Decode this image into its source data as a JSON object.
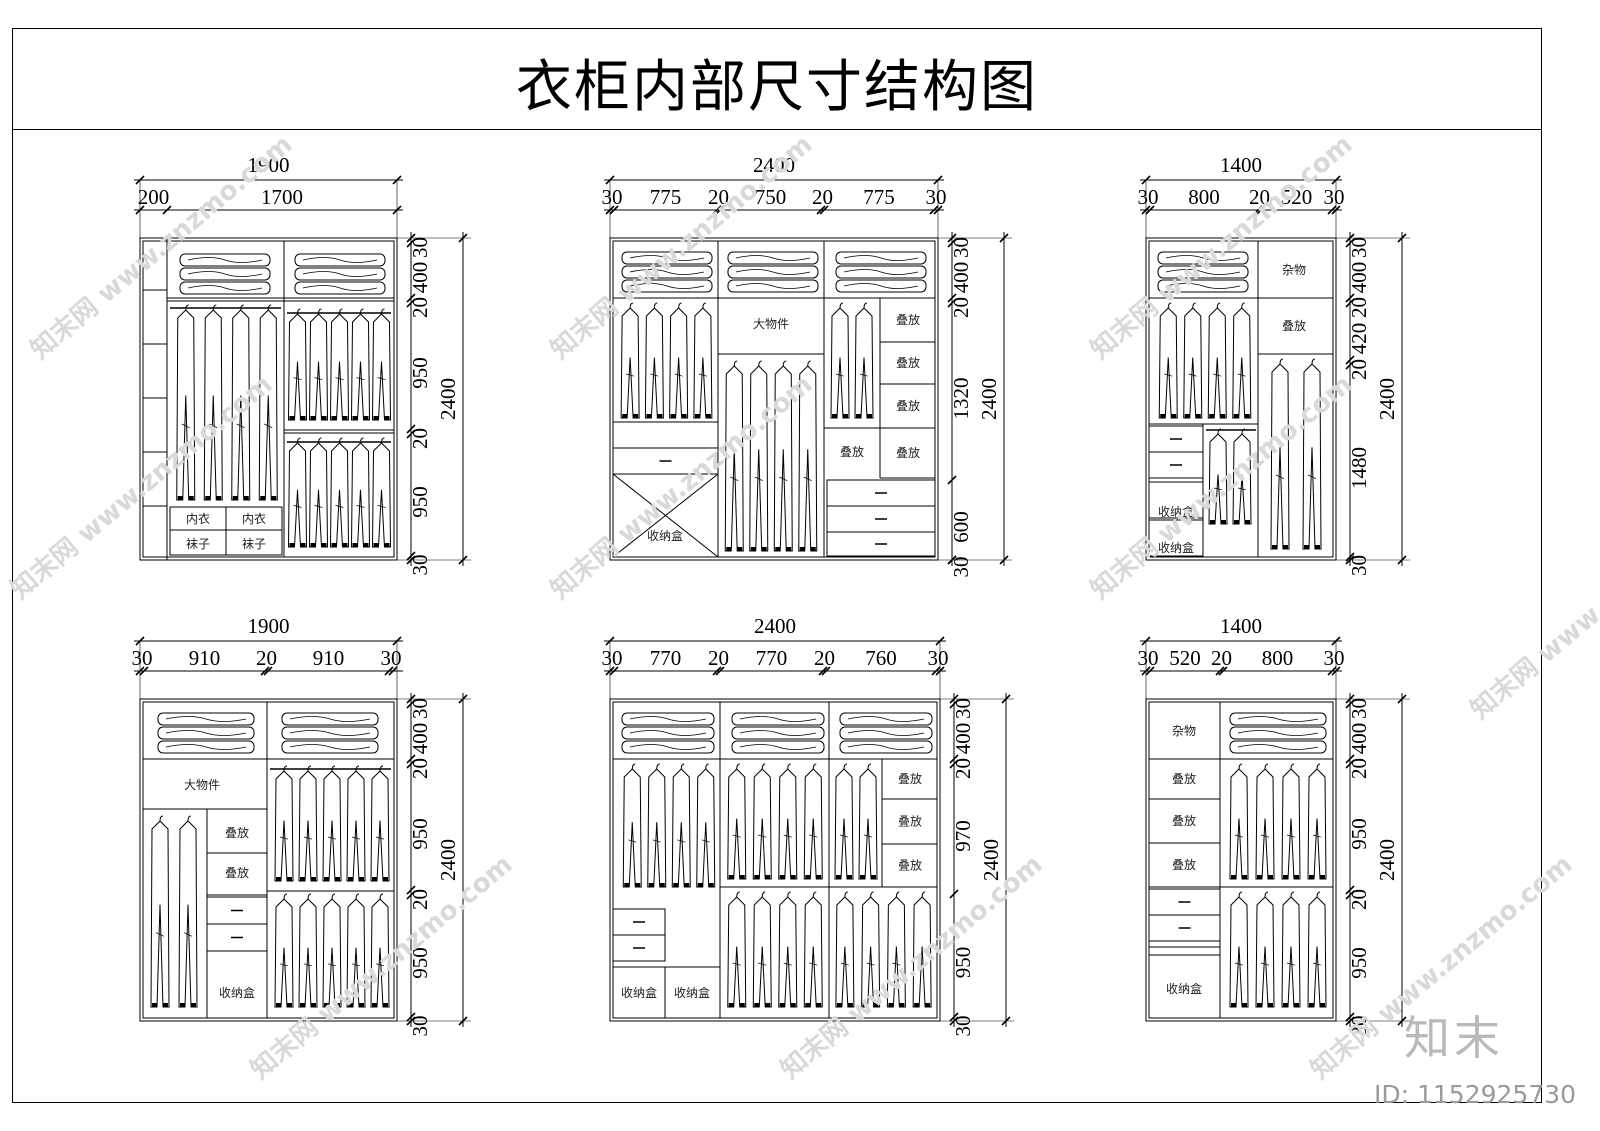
{
  "title": "衣柜内部尺寸结构图",
  "brand": "知末",
  "brand_id": "ID: 1152925730",
  "watermark": "知末网 www.znzmo.com",
  "cabinets": [
    {
      "id": "c1",
      "dims_top_total": "1900",
      "dims_top_parts": [
        "200",
        "1700"
      ],
      "dims_right": [
        "30",
        "400",
        "20",
        "950",
        "20",
        "950",
        "30"
      ],
      "dims_total_height": "2400",
      "labels": [
        "内衣",
        "内衣",
        "袜子",
        "袜子"
      ]
    },
    {
      "id": "c2",
      "dims_top_total": "2400",
      "dims_top_parts": [
        "30",
        "775",
        "20",
        "750",
        "20",
        "775",
        "30"
      ],
      "dims_right": [
        "30",
        "400",
        "20",
        "1320",
        "600",
        "30"
      ],
      "dims_total_height": "2400",
      "labels": [
        "大物件",
        "叠放",
        "叠放",
        "叠放",
        "叠放",
        "叠放",
        "收纳盒"
      ]
    },
    {
      "id": "c3",
      "dims_top_total": "1400",
      "dims_top_parts": [
        "30",
        "800",
        "20",
        "520",
        "30"
      ],
      "dims_right": [
        "30",
        "400",
        "20",
        "420",
        "20",
        "1480",
        "30"
      ],
      "dims_total_height": "2400",
      "labels": [
        "杂物",
        "叠放",
        "收纳盒",
        "收纳盒"
      ]
    },
    {
      "id": "c4",
      "dims_top_total": "1900",
      "dims_top_parts": [
        "30",
        "910",
        "20",
        "910",
        "30"
      ],
      "dims_right": [
        "30",
        "400",
        "20",
        "950",
        "20",
        "950",
        "30"
      ],
      "dims_total_height": "2400",
      "labels": [
        "大物件",
        "叠放",
        "叠放",
        "收纳盒"
      ]
    },
    {
      "id": "c5",
      "dims_top_total": "2400",
      "dims_top_parts": [
        "30",
        "770",
        "20",
        "770",
        "20",
        "760",
        "30"
      ],
      "dims_right": [
        "30",
        "400",
        "20",
        "970",
        "950",
        "30"
      ],
      "dims_total_height": "2400",
      "labels": [
        "叠放",
        "叠放",
        "叠放",
        "收纳盒",
        "收纳盒"
      ]
    },
    {
      "id": "c6",
      "dims_top_total": "1400",
      "dims_top_parts": [
        "30",
        "520",
        "20",
        "800",
        "30"
      ],
      "dims_right": [
        "30",
        "400",
        "20",
        "950",
        "20",
        "950",
        "30"
      ],
      "dims_total_height": "2400",
      "labels": [
        "杂物",
        "叠放",
        "叠放",
        "叠放",
        "收纳盒"
      ]
    }
  ]
}
